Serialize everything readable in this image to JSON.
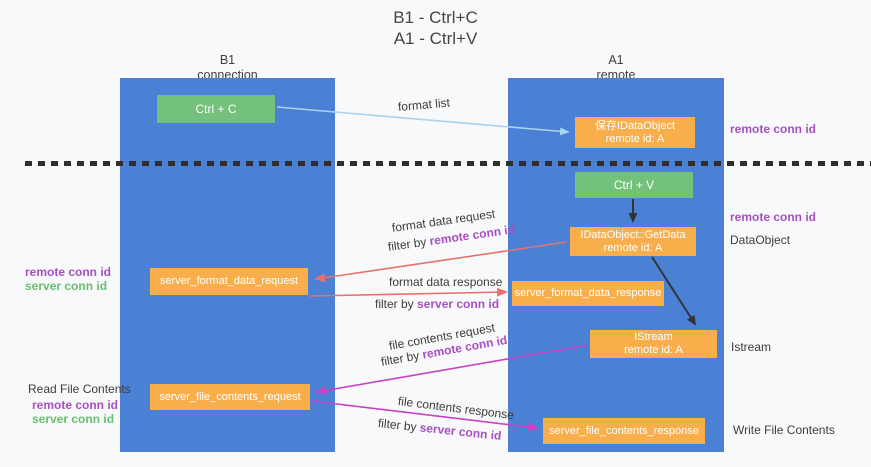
{
  "title": {
    "line1": "B1 - Ctrl+C",
    "line2": "A1 - Ctrl+V"
  },
  "lanes": {
    "left": {
      "name": "B1",
      "role": "connection"
    },
    "right": {
      "name": "A1",
      "role": "remote"
    }
  },
  "boxes": {
    "ctrl_c": {
      "label": "Ctrl + C"
    },
    "ctrl_v": {
      "label": "Ctrl + V"
    },
    "save_dataobject": {
      "line1": "保存IDataObject",
      "line2": "remote id: A"
    },
    "getdata": {
      "line1": "IDataObject::GetData",
      "line2": "remote id: A"
    },
    "istream": {
      "line1": "IStream",
      "line2": "remote id: A"
    },
    "server_format_data_request": {
      "label": "server_format_data_request"
    },
    "server_format_data_response": {
      "label": "server_format_data_response"
    },
    "server_file_contents_request": {
      "label": "server_file_contents_request"
    },
    "server_file_contents_response": {
      "label": "server_file_contents_response"
    }
  },
  "arrows": {
    "format_list": {
      "label": "format list"
    },
    "format_data_request": {
      "label": "format data request",
      "filter_prefix": "filter by ",
      "filter_key": "remote conn id"
    },
    "format_data_response": {
      "label": "format data response",
      "filter_prefix": "filter by ",
      "filter_key": "server conn id"
    },
    "file_contents_request": {
      "label": "file contents request",
      "filter_prefix": "filter by ",
      "filter_key": "remote conn id"
    },
    "file_contents_response": {
      "label": "file contents response",
      "filter_prefix": "filter by ",
      "filter_key": "server conn id"
    }
  },
  "annotations": {
    "right_top_remote_conn_id": "remote conn id",
    "right_mid_remote_conn_id": "remote conn id",
    "dataobject": "DataObject",
    "istream": "Istream",
    "write_file_contents": "Write File Contents",
    "read_file_contents": "Read File Contents",
    "left_mid": {
      "remote": "remote conn id",
      "server": "server conn id"
    },
    "left_bottom": {
      "remote": "remote conn id",
      "server": "server conn id"
    }
  },
  "colors": {
    "lane_blue": "#4a81d5",
    "box_green": "#74c17c",
    "box_orange": "#f9ae4c",
    "label_purple": "#a94fc2",
    "label_green": "#67bf6f",
    "arrow_red": "#e8716f",
    "arrow_magenta": "#cb3fc3",
    "arrow_light_blue": "#a9d3f0",
    "arrow_black": "#333333",
    "text_dark": "#3d3d3d"
  }
}
